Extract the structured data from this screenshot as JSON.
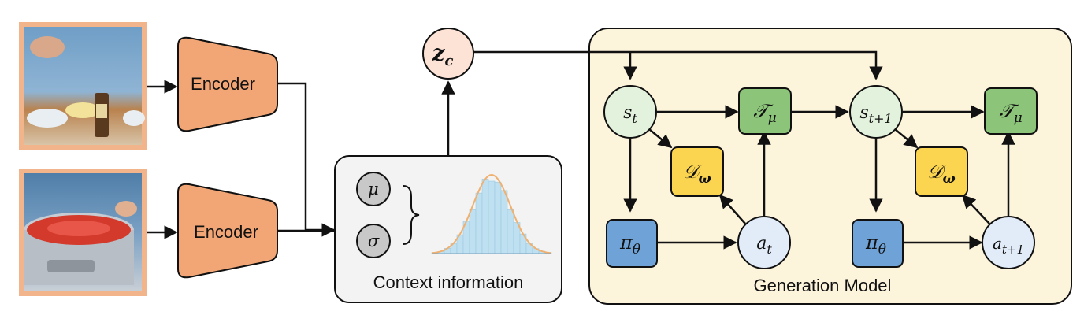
{
  "encoder_top_label": "Encoder",
  "encoder_bottom_label": "Encoder",
  "context": {
    "title": "Context information",
    "mu": "μ",
    "sigma": "σ"
  },
  "latent": {
    "base": "z",
    "sub": "c"
  },
  "generation": {
    "title": "Generation Model",
    "s_t": {
      "base": "s",
      "sub": "t"
    },
    "s_t1": {
      "base": "s",
      "sub": "t+1"
    },
    "a_t": {
      "base": "a",
      "sub": "t"
    },
    "a_t1": {
      "base": "a",
      "sub": "t+1"
    },
    "T_mu_1": {
      "base": "𝒯",
      "sub": "μ"
    },
    "T_mu_2": {
      "base": "𝒯",
      "sub": "μ"
    },
    "D_w_1": {
      "base": "𝒟",
      "sub": "ω"
    },
    "D_w_2": {
      "base": "𝒟",
      "sub": "ω"
    },
    "pi_1": {
      "base": "π",
      "sub": "θ"
    },
    "pi_2": {
      "base": "π",
      "sub": "θ"
    }
  },
  "images": {
    "top": "kitchen-prep-photo",
    "bottom": "strawberry-cake-photo"
  },
  "colors": {
    "encoder": "#f2a676",
    "photo_border": "#f2b48a",
    "latent_fill": "#fde3d6",
    "context_box": "#f3f3f3",
    "gen_box": "#fdf4dc",
    "state_fill": "#e3f2dc",
    "action_fill": "#e2ecf8",
    "transition": "#8cc47a",
    "discriminator": "#fbd450",
    "policy": "#6fa3d8",
    "hist_bar": "#bfe0f0",
    "curve": "#f0b070"
  }
}
